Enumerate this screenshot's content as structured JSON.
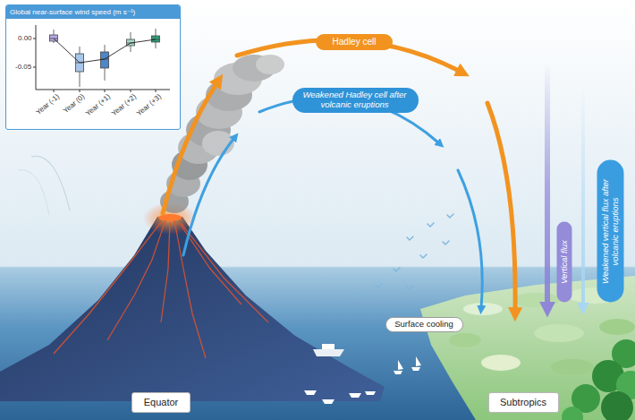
{
  "diagram": {
    "nodes": [
      {
        "text": [
          "Global near-surface wind speed (m s⁻¹)"
        ]
      },
      {
        "text": [
          "Hadley cell"
        ]
      },
      {
        "text": [
          "Weakened Hadley cell after volcanic eruptions"
        ]
      },
      {
        "text": [
          "Vertical flux"
        ]
      },
      {
        "text": [
          "Weakened vertical flux after volcanic eruptions"
        ]
      },
      {
        "text": [
          "Surface cooling"
        ]
      },
      {
        "text": [
          "Equator"
        ]
      },
      {
        "text": [
          "Subtropics"
        ]
      }
    ],
    "labels": [
      "0.00",
      "-0.05",
      "Year (-1)",
      "Year (0)",
      "Year (+1)",
      "Year (+2)",
      "Year (+3)"
    ]
  }
}
